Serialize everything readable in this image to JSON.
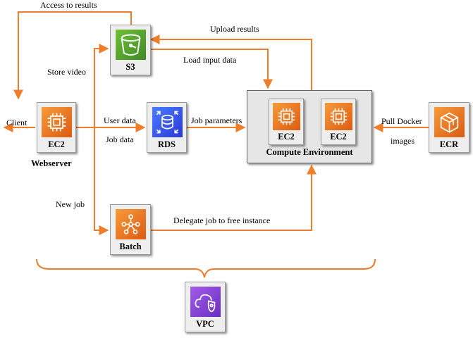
{
  "nodes": {
    "s3": {
      "label": "S3",
      "icon": "s3-bucket-icon"
    },
    "ec2_web": {
      "label": "EC2",
      "sublabel": "Webserver",
      "icon": "ec2-chip-icon"
    },
    "rds": {
      "label": "RDS",
      "icon": "rds-database-icon"
    },
    "batch": {
      "label": "Batch",
      "icon": "batch-icon"
    },
    "ec2_a": {
      "label": "EC2",
      "icon": "ec2-chip-icon"
    },
    "ec2_b": {
      "label": "EC2",
      "icon": "ec2-chip-icon"
    },
    "compute_env": {
      "label": "Compute Environment"
    },
    "ecr": {
      "label": "ECR",
      "icon": "ecr-container-icon"
    },
    "vpc": {
      "label": "VPC",
      "icon": "vpc-cloud-shield-icon"
    }
  },
  "edges": {
    "access_results": "Access to results",
    "upload_results": "Upload results",
    "load_input": "Load input data",
    "store_video": "Store video",
    "client": "Client",
    "user_data": "User data",
    "job_data": "Job data",
    "job_params": "Job parameters",
    "pull_docker": "Pull Docker",
    "images": "images",
    "new_job": "New job",
    "delegate_job": "Delegate job to free instance"
  },
  "colors": {
    "arrow": "#ef7d2c",
    "compute_tile": "#f28a2e",
    "s3_tile": "#4f9a2f",
    "rds_tile": "#3349e0",
    "vpc_tile": "#8440d6"
  }
}
